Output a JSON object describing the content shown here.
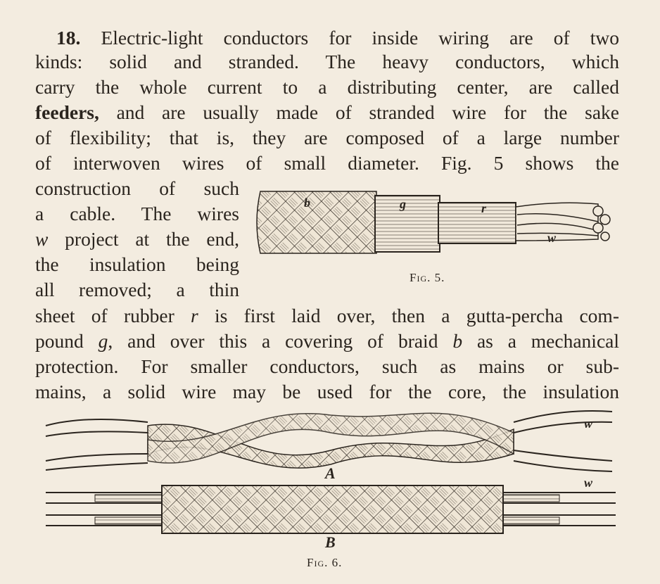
{
  "paragraph": {
    "number": "18.",
    "lines": [
      [
        {
          "t": "Electric-light conductors for inside wiring are of two"
        }
      ],
      [
        {
          "t": "kinds: solid and stranded.  The heavy conductors, which"
        }
      ],
      [
        {
          "t": "carry the whole current to a distributing center, are called"
        }
      ],
      [
        {
          "t": "feeders,",
          "s": "b"
        },
        {
          "t": " and are usually made of stranded wire for the sake"
        }
      ],
      [
        {
          "t": "of flexibility; that is, they are composed of a large number"
        }
      ],
      [
        {
          "t": "of interwoven wires of small diameter.  Fig. 5 shows the"
        }
      ],
      [
        {
          "t": "construction of such"
        }
      ],
      [
        {
          "t": "a cable.  The wires"
        }
      ],
      [
        {
          "t": "w",
          "s": "i"
        },
        {
          "t": " project at the end,"
        }
      ],
      [
        {
          "t": "the insulation being"
        }
      ],
      [
        {
          "t": "all removed; a thin"
        }
      ],
      [
        {
          "t": "sheet of rubber "
        },
        {
          "t": "r",
          "s": "i"
        },
        {
          "t": " is first laid over, then a gutta-percha com-"
        }
      ],
      [
        {
          "t": "pound "
        },
        {
          "t": "g",
          "s": "i"
        },
        {
          "t": ", and over this a covering of braid "
        },
        {
          "t": "b",
          "s": "i"
        },
        {
          "t": " as a mechanical"
        }
      ],
      [
        {
          "t": "protection.  For smaller conductors, such as mains or sub-"
        }
      ],
      [
        {
          "t": "mains, a solid wire may be used for the core, the insulation"
        }
      ]
    ]
  },
  "fig5": {
    "caption": "Fig. 5.",
    "labels": {
      "b": "b",
      "g": "g",
      "r": "r",
      "w": "w"
    }
  },
  "fig6": {
    "caption": "Fig. 6.",
    "label_a": "A",
    "label_b": "B",
    "label_w_a": "w",
    "label_w_b": "w"
  },
  "colors": {
    "paper": "#f3ece0",
    "ink": "#2a241e"
  }
}
